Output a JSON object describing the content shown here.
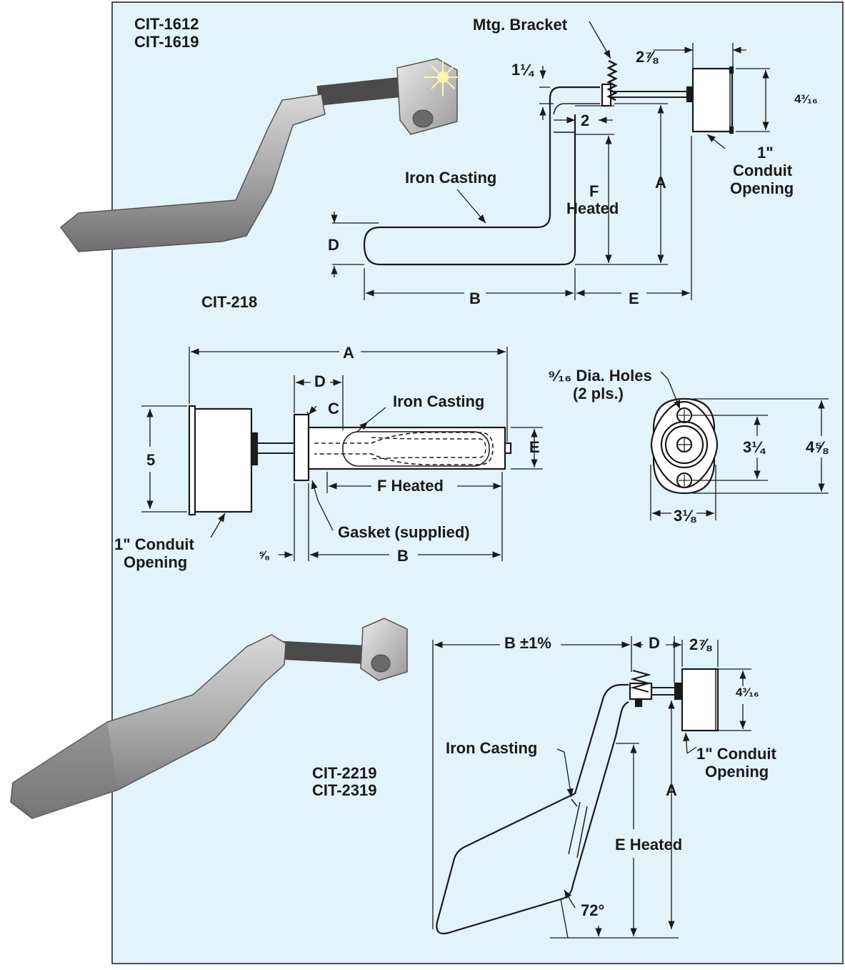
{
  "colors": {
    "panel": "#e2f3fb",
    "ink": "#1a1a1a",
    "casting": "#a8a8a8"
  },
  "top": {
    "models": [
      "CIT-1612",
      "CIT-1619"
    ],
    "model_b": "CIT-218",
    "mtg_bracket": "Mtg. Bracket",
    "dim_1_1_4": "1¼",
    "dim_2_7_8": "2⅞",
    "dim_4_3_16": "4³⁄₁₆",
    "dim_2": "2",
    "iron_casting": "Iron Casting",
    "f_label": "F",
    "heated": "Heated",
    "a_label": "A",
    "d_label": "D",
    "b_label": "B",
    "e_label": "E",
    "conduit": [
      "1\"",
      "Conduit",
      "Opening"
    ]
  },
  "middle": {
    "a_label": "A",
    "d_label": "D",
    "c_label": "C",
    "iron_casting": "Iron Casting",
    "e_label": "E",
    "dim_5": "5",
    "f_heated": "F Heated",
    "gasket": "Gasket (supplied)",
    "conduit": [
      "1\" Conduit",
      "Opening"
    ],
    "dim_5_8": "⅝",
    "b_label": "B",
    "holes": [
      "⁹⁄₁₆ Dia. Holes",
      "(2 pls.)"
    ],
    "dim_3_1_4": "3¼",
    "dim_4_5_8": "4⅝",
    "dim_3_1_8": "3⅛"
  },
  "bottom": {
    "b_label": "B ±1%",
    "d_label": "D",
    "dim_2_7_8": "2⅞",
    "dim_4_3_16": "4³⁄₁₆",
    "iron_casting": "Iron Casting",
    "conduit": [
      "1\" Conduit",
      "Opening"
    ],
    "a_label": "A",
    "models": [
      "CIT-2219",
      "CIT-2319"
    ],
    "e_heated": "E Heated",
    "angle": "72°"
  }
}
